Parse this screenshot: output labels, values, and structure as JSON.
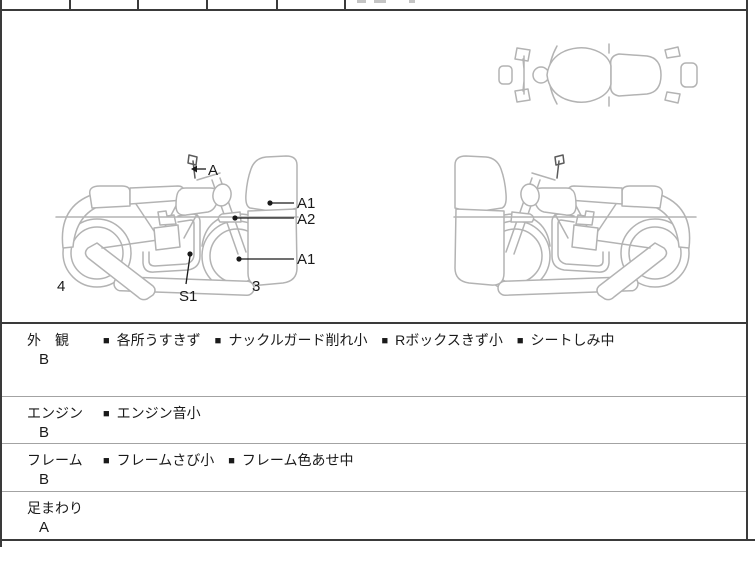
{
  "sheet": {
    "diagram_labels": {
      "mirror": "A",
      "rbox_upper": "A1",
      "front_fender": "A2",
      "front_wheel": "A1",
      "engine_guard": "S1",
      "front_zone_number": "3",
      "rear_zone_number": "4"
    },
    "inspection": {
      "bullet": "■",
      "rows": [
        {
          "category": "外　観",
          "grade": "B",
          "notes": [
            "各所うすきず",
            "ナックルガード削れ小",
            "Rボックスきず小",
            "シートしみ中"
          ]
        },
        {
          "category": "エンジン",
          "grade": "B",
          "notes": [
            "エンジン音小"
          ]
        },
        {
          "category": "フレーム",
          "grade": "B",
          "notes": [
            "フレームさび小",
            "フレーム色あせ中"
          ]
        },
        {
          "category": "足まわり",
          "grade": "A",
          "notes": []
        }
      ]
    },
    "colors": {
      "line_art": "#b3b3b3",
      "ink": "#1a1a1a",
      "border": "#3a3a3a",
      "divider": "#a3a3a3"
    }
  }
}
